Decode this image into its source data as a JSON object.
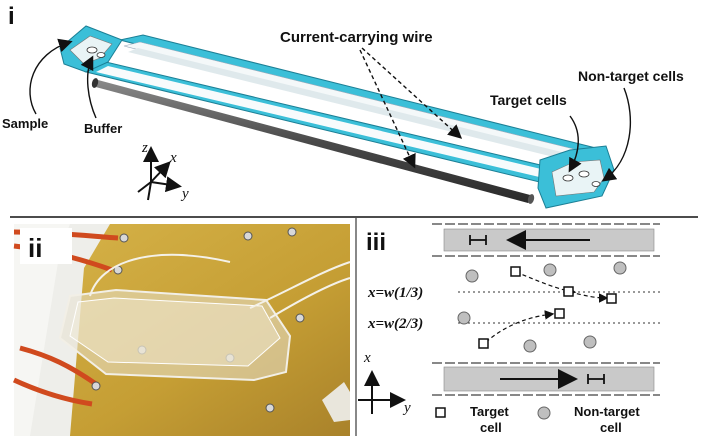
{
  "panels": {
    "i": {
      "label": "i"
    },
    "ii": {
      "label": "ii"
    },
    "iii": {
      "label": "iii"
    }
  },
  "panel_i": {
    "wire_label": "Current-carrying wire",
    "sample_label": "Sample",
    "buffer_label": "Buffer",
    "target_label": "Target cells",
    "nontarget_label": "Non-target cells",
    "axis_z": "z",
    "axis_x": "x",
    "axis_y": "y"
  },
  "panel_iii": {
    "line1": "x=w(1/3)",
    "line2": "x=w(2/3)",
    "axis_x": "x",
    "axis_y": "y",
    "legend_target_l1": "Target",
    "legend_target_l2": "cell",
    "legend_nontarget_l1": "Non-target",
    "legend_nontarget_l2": "cell"
  },
  "colors": {
    "channel_blue": "#3bbfd8",
    "wire_gray": "#5a5a5a",
    "photo_amber": "#c9a43a",
    "photo_white": "#eeeeea",
    "wire_band": "#c9c9c9",
    "cell_gray": "#bfbfbf"
  }
}
